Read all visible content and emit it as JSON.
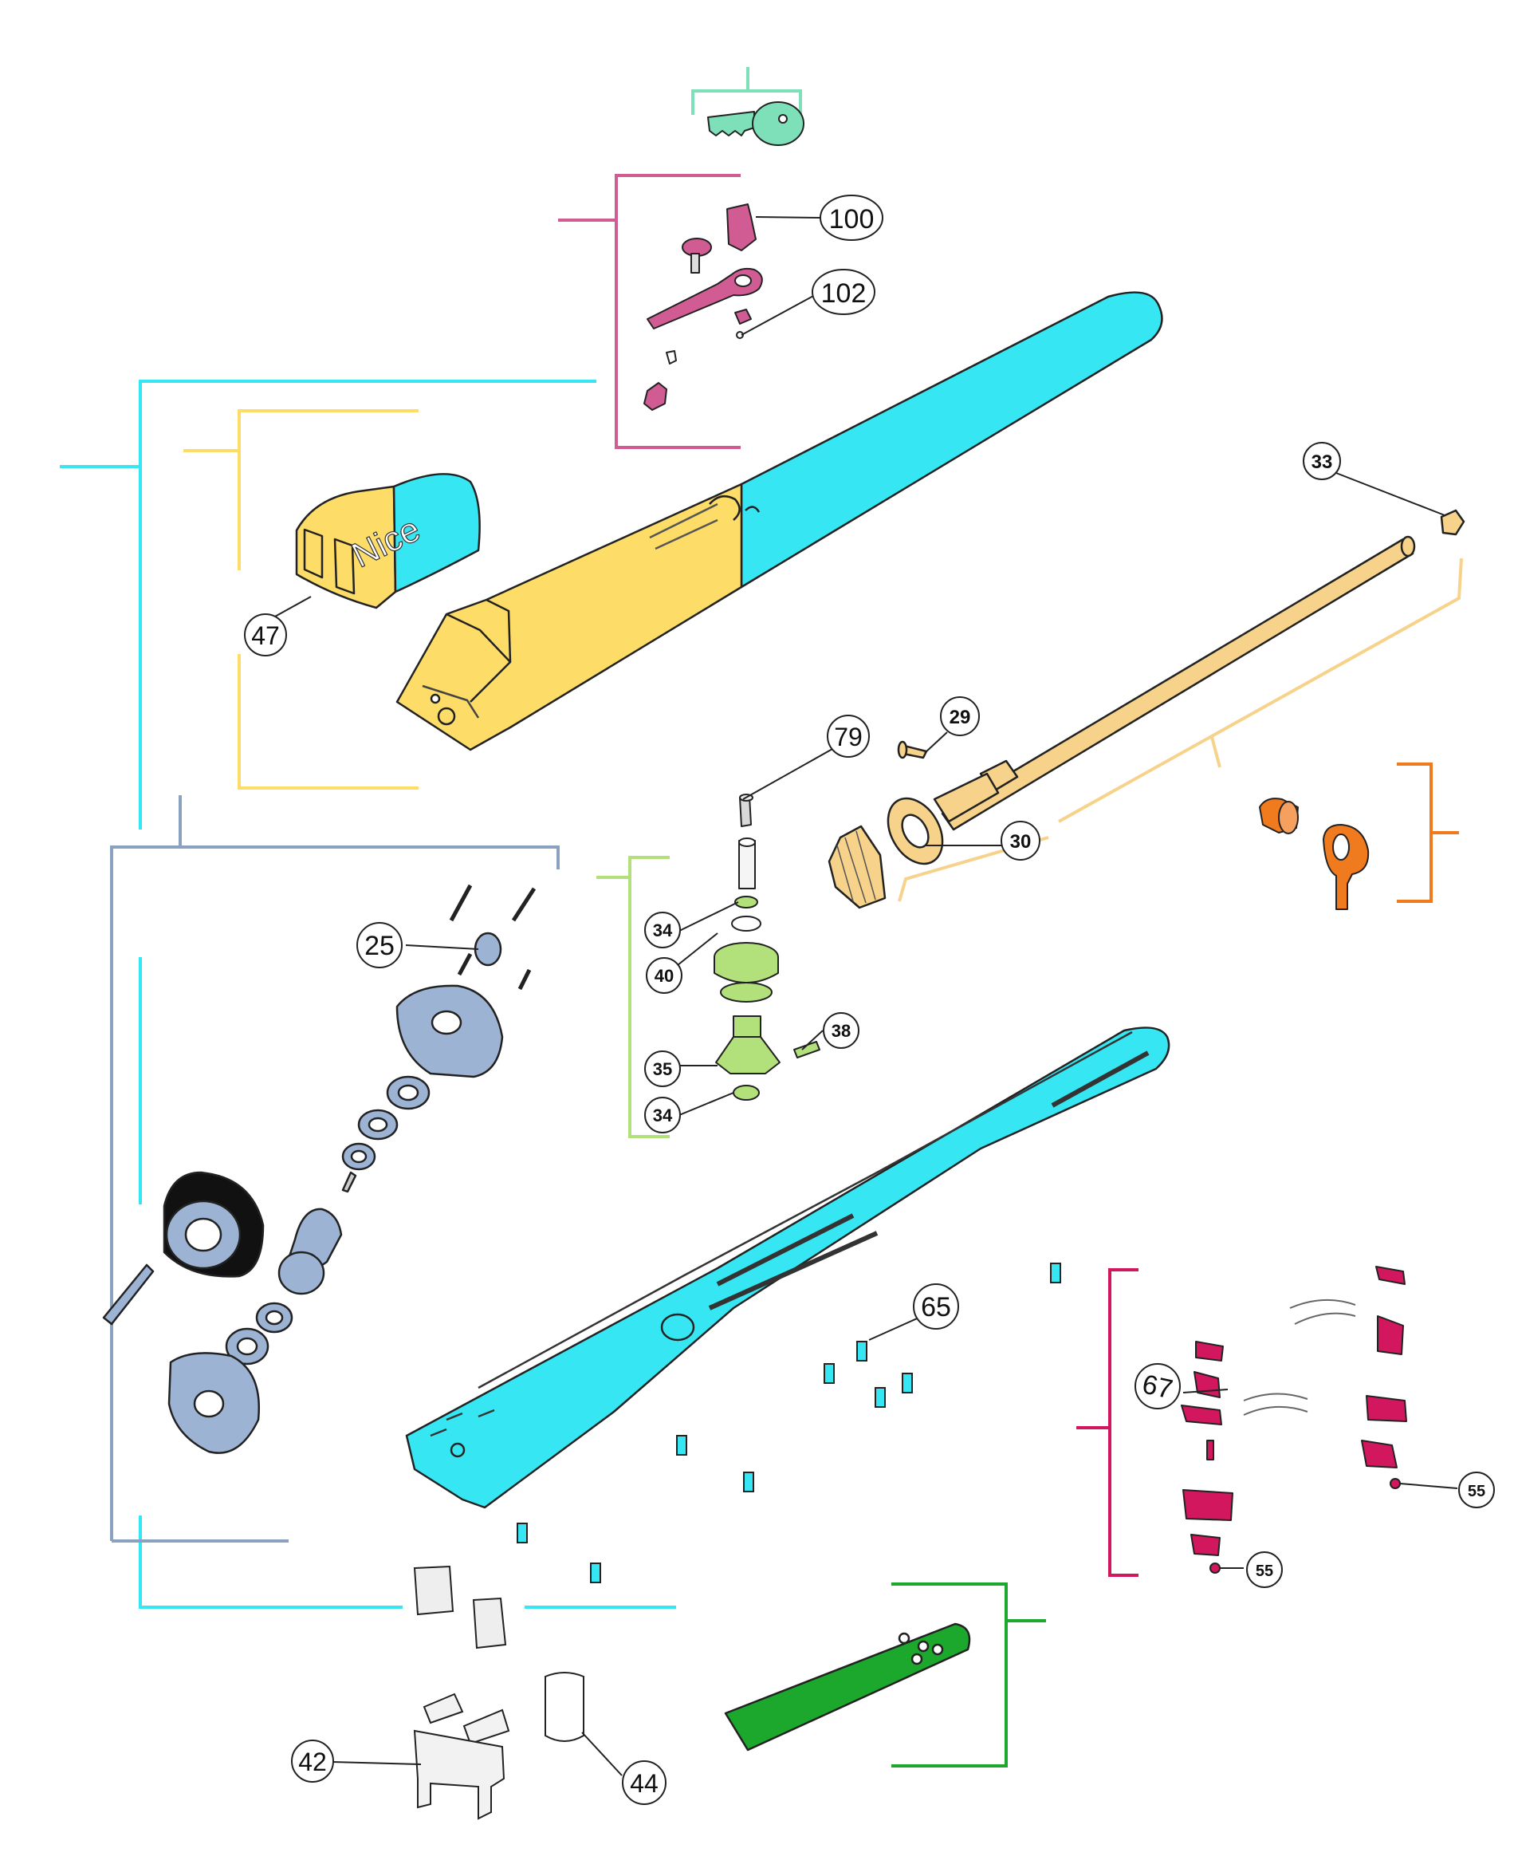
{
  "brand": {
    "text": "Nice"
  },
  "callouts": {
    "c100": "100",
    "c102": "102",
    "c33": "33",
    "c47": "47",
    "c29": "29",
    "c79": "79",
    "c30": "30",
    "c25": "25",
    "c34a": "34",
    "c40": "40",
    "c38": "38",
    "c35": "35",
    "c34b": "34",
    "c65": "65",
    "c67": "67",
    "c55a": "55",
    "c55b": "55",
    "c42": "42",
    "c44": "44"
  },
  "colors": {
    "cyan": "#36e6f2",
    "yellow": "#fddc68",
    "mint": "#7ee0b8",
    "pink": "#d05c93",
    "orange": "#f07a1e",
    "beige": "#f6d28a",
    "lime": "#b2e07a",
    "slate": "#8aa1bf",
    "green": "#1ca82c",
    "magenta": "#d3175e",
    "steel": "#9db3d4"
  }
}
